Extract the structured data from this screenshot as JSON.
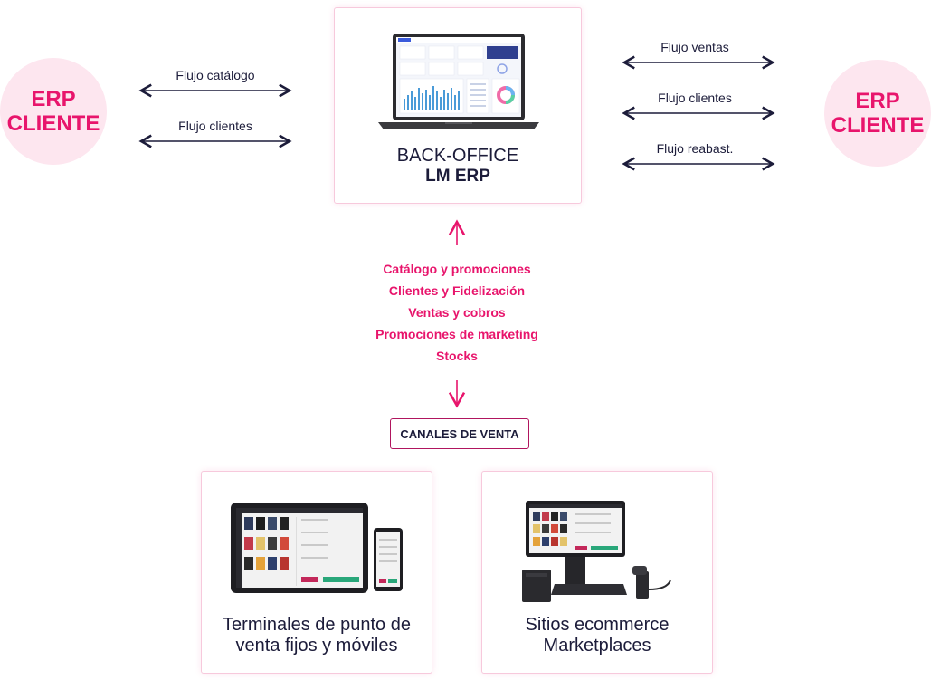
{
  "erp_left": {
    "line1": "ERP",
    "line2": "CLIENTE"
  },
  "erp_right": {
    "line1": "ERP",
    "line2": "CLIENTE"
  },
  "left_flows": [
    "Flujo catálogo",
    "Flujo clientes"
  ],
  "right_flows": [
    "Flujo ventas",
    "Flujo clientes",
    "Flujo reabast."
  ],
  "backoffice": {
    "line1": "BACK-OFFICE",
    "line2": "LM ERP"
  },
  "data_flows": [
    "Catálogo y promociones",
    "Clientes y Fidelización",
    "Ventas y cobros",
    "Promociones de marketing",
    "Stocks"
  ],
  "canales": "CANALES DE VENTA",
  "channels": [
    {
      "line1": "Terminales de punto de",
      "line2": "venta fijos y móviles"
    },
    {
      "line1": "Sitios ecommerce",
      "line2": "Marketplaces"
    }
  ],
  "colors": {
    "accent": "#e8156c",
    "navy": "#1c1c3a",
    "pink_bg": "#fde6ef",
    "card_border": "#f7c9dc"
  }
}
